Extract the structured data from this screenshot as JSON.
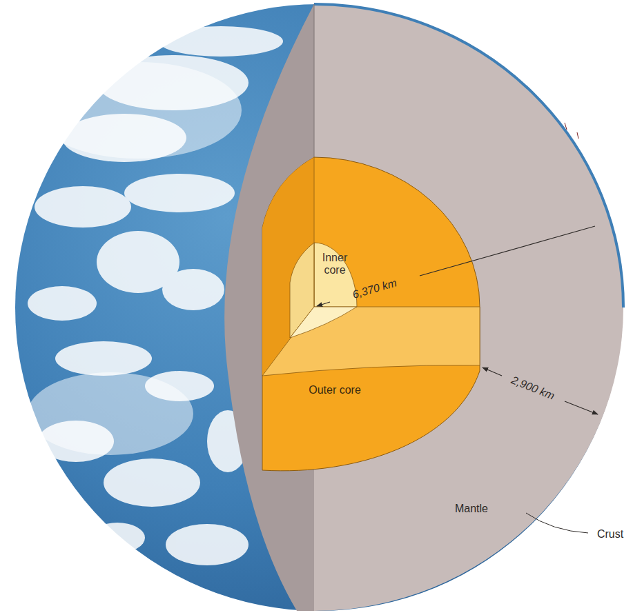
{
  "diagram": {
    "labels": [
      "Inner core",
      "6,370 km",
      "Outer core",
      "2,900 km",
      "Mantle",
      "Crust"
    ]
  }
}
